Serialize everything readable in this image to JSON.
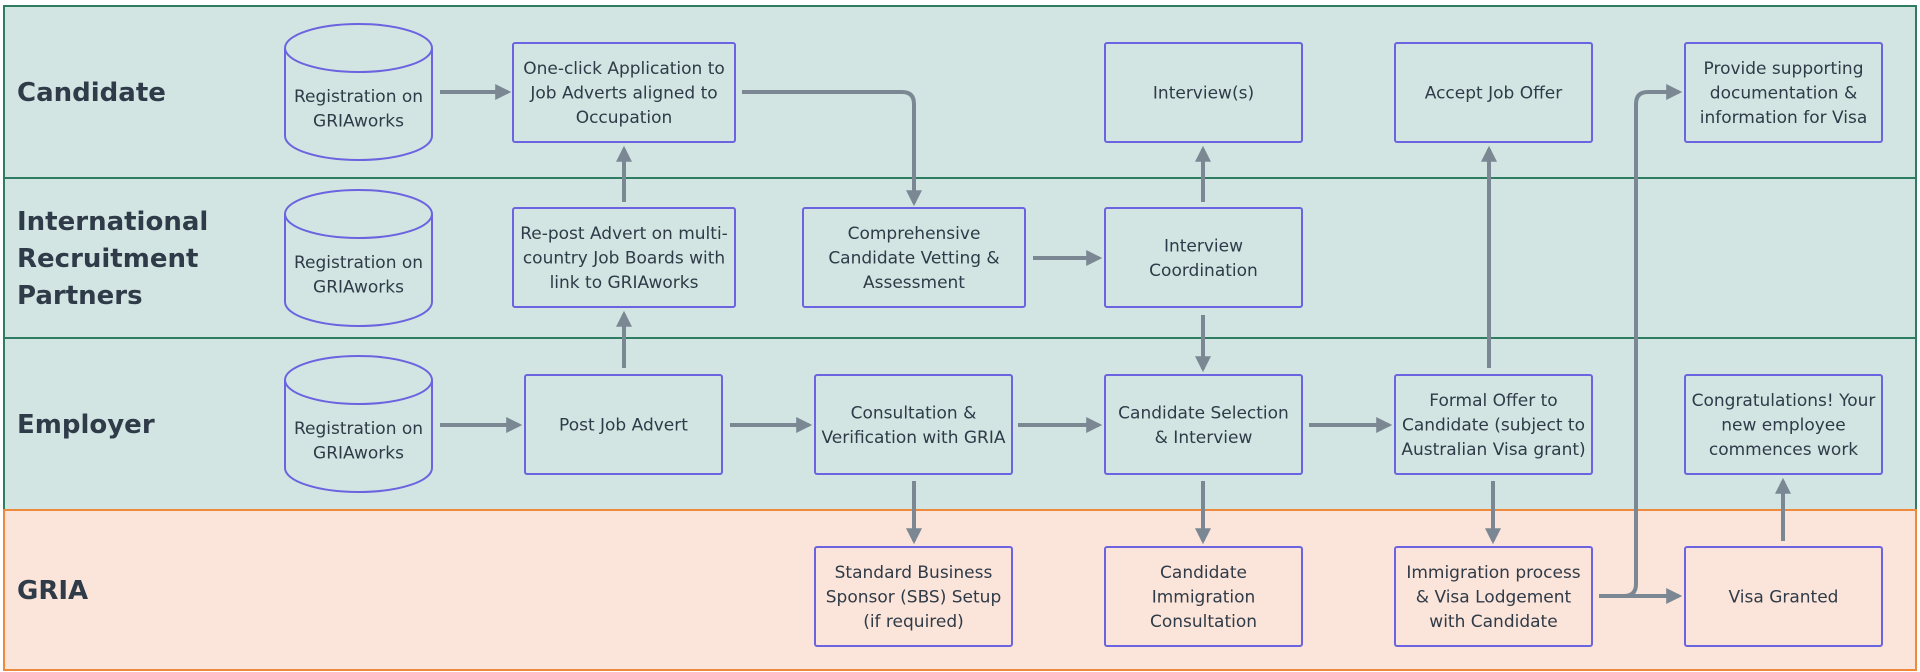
{
  "colors": {
    "lane_teal_fill": "#d2e5e2",
    "lane_teal_stroke": "#2e7d63",
    "lane_orange_fill": "#fbe4d9",
    "lane_orange_stroke": "#ee8a3c",
    "node_stroke": "#6b63e0",
    "edge": "#7b8894",
    "text": "#2f3b48"
  },
  "lanes": [
    {
      "id": "candidate",
      "title": [
        "Candidate"
      ]
    },
    {
      "id": "irp",
      "title": [
        "International",
        "Recruitment",
        "Partners"
      ]
    },
    {
      "id": "employer",
      "title": [
        "Employer"
      ]
    },
    {
      "id": "gria",
      "title": [
        "GRIA"
      ]
    }
  ],
  "nodes": [
    {
      "id": "c_reg",
      "shape": "database",
      "lines": [
        "Registration on",
        "GRIAworks"
      ]
    },
    {
      "id": "c_apply",
      "shape": "box",
      "lines": [
        "One-click Application to",
        "Job Adverts aligned to",
        "Occupation"
      ]
    },
    {
      "id": "c_interview",
      "shape": "box",
      "lines": [
        "Interview(s)"
      ]
    },
    {
      "id": "c_accept",
      "shape": "box",
      "lines": [
        "Accept Job Offer"
      ]
    },
    {
      "id": "c_docs",
      "shape": "box",
      "lines": [
        "Provide supporting",
        "documentation &",
        "information for Visa"
      ]
    },
    {
      "id": "i_reg",
      "shape": "database",
      "lines": [
        "Registration on",
        "GRIAworks"
      ]
    },
    {
      "id": "i_repost",
      "shape": "box",
      "lines": [
        "Re-post Advert on multi-",
        "country Job Boards with",
        "link to GRIAworks"
      ]
    },
    {
      "id": "i_vetting",
      "shape": "box",
      "lines": [
        "Comprehensive",
        "Candidate Vetting &",
        "Assessment"
      ]
    },
    {
      "id": "i_coord",
      "shape": "box",
      "lines": [
        "Interview",
        "Coordination"
      ]
    },
    {
      "id": "e_reg",
      "shape": "database",
      "lines": [
        "Registration on",
        "GRIAworks"
      ]
    },
    {
      "id": "e_post",
      "shape": "box",
      "lines": [
        "Post Job Advert"
      ]
    },
    {
      "id": "e_consult",
      "shape": "box",
      "lines": [
        "Consultation &",
        "Verification with GRIA"
      ]
    },
    {
      "id": "e_select",
      "shape": "box",
      "lines": [
        "Candidate Selection",
        "& Interview"
      ]
    },
    {
      "id": "e_offer",
      "shape": "box",
      "lines": [
        "Formal Offer to",
        "Candidate (subject to",
        "Australian Visa grant)"
      ]
    },
    {
      "id": "e_commence",
      "shape": "box",
      "lines": [
        "Congratulations! Your",
        "new employee",
        "commences work"
      ]
    },
    {
      "id": "g_sbs",
      "shape": "box",
      "lines": [
        "Standard Business",
        "Sponsor (SBS) Setup",
        "(if required)"
      ]
    },
    {
      "id": "g_consult",
      "shape": "box",
      "lines": [
        "Candidate",
        "Immigration",
        "Consultation"
      ]
    },
    {
      "id": "g_immig",
      "shape": "box",
      "lines": [
        "Immigration process",
        "& Visa Lodgement",
        "with Candidate"
      ]
    },
    {
      "id": "g_visa",
      "shape": "box",
      "lines": [
        "Visa Granted"
      ]
    }
  ],
  "edges": [
    {
      "from": "c_reg",
      "to": "c_apply"
    },
    {
      "from": "c_apply",
      "to": "i_vetting"
    },
    {
      "from": "i_repost",
      "to": "c_apply"
    },
    {
      "from": "e_post",
      "to": "i_repost"
    },
    {
      "from": "i_vetting",
      "to": "i_coord"
    },
    {
      "from": "i_coord",
      "to": "c_interview"
    },
    {
      "from": "i_coord",
      "to": "e_select"
    },
    {
      "from": "e_reg",
      "to": "e_post"
    },
    {
      "from": "e_post",
      "to": "e_consult"
    },
    {
      "from": "e_consult",
      "to": "e_select"
    },
    {
      "from": "e_select",
      "to": "e_offer"
    },
    {
      "from": "e_offer",
      "to": "c_accept"
    },
    {
      "from": "e_consult",
      "to": "g_sbs"
    },
    {
      "from": "e_select",
      "to": "g_consult"
    },
    {
      "from": "e_offer",
      "to": "g_immig"
    },
    {
      "from": "g_immig",
      "to": "g_visa"
    },
    {
      "from": "g_immig",
      "to": "c_docs"
    },
    {
      "from": "g_visa",
      "to": "e_commence"
    }
  ]
}
